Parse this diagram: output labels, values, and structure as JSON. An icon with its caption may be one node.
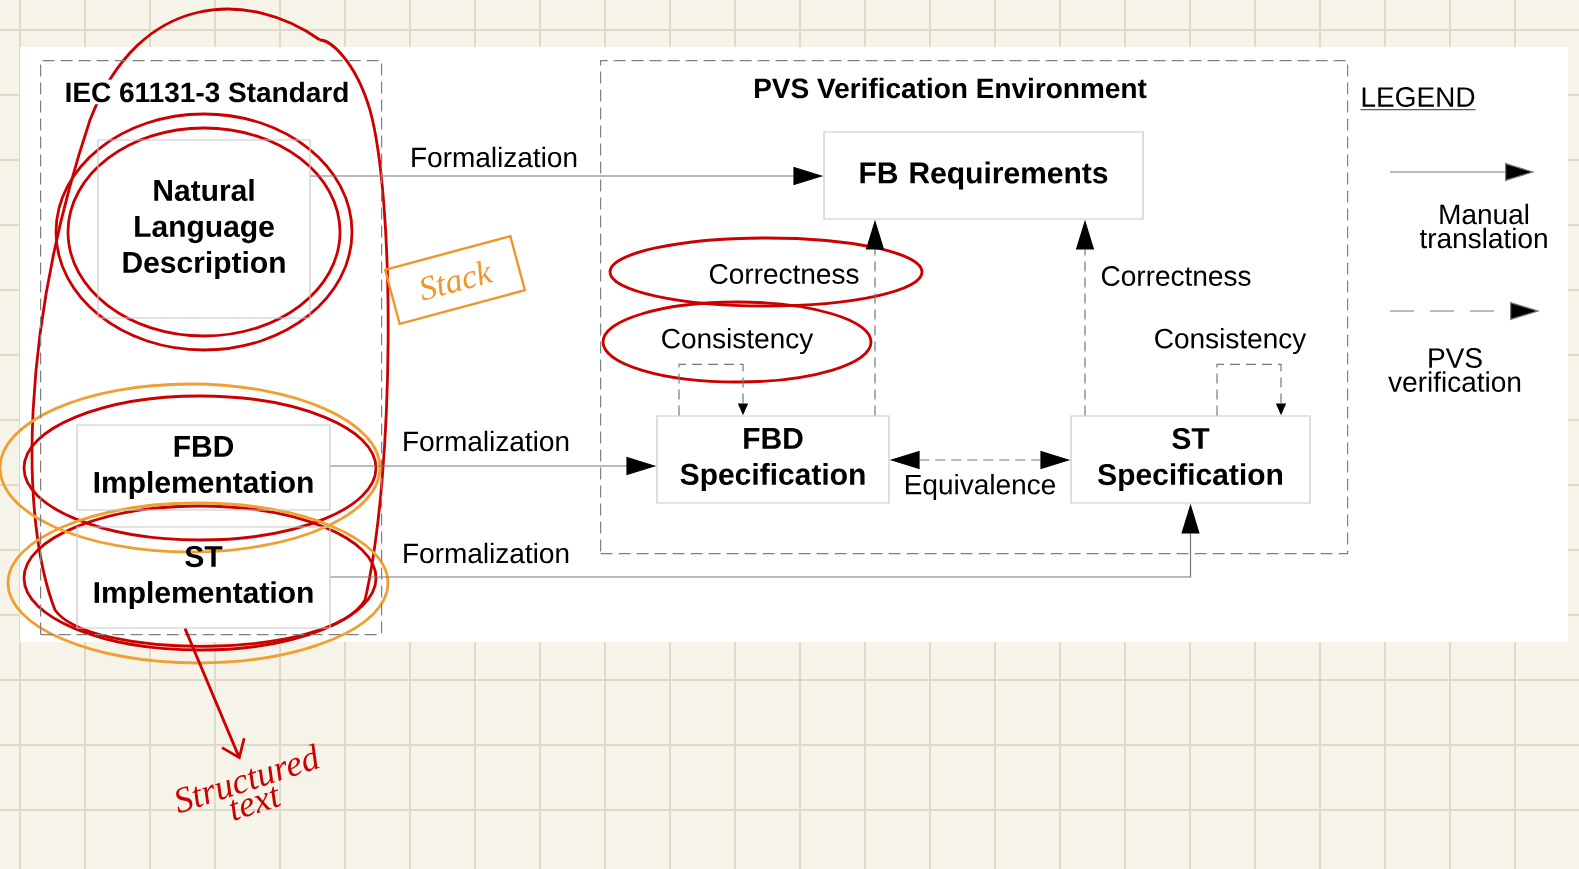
{
  "diagram": {
    "nodes": [
      {
        "text": [
          "IEC 61131-3 Standard"
        ]
      },
      {
        "text": [
          "Natural Language Description"
        ],
        "in": 0
      },
      {
        "text": [
          "FBD Implementation"
        ],
        "in": 0
      },
      {
        "text": [
          "ST Implementation"
        ],
        "in": 0
      },
      {
        "text": [
          "PVS Verification Environment"
        ]
      },
      {
        "text": [
          "FB Requirements"
        ],
        "in": 4
      },
      {
        "text": [
          "FBD Specification"
        ],
        "in": 4
      },
      {
        "text": [
          "ST Specification"
        ],
        "in": 4
      },
      {
        "text": [
          "Stack"
        ]
      },
      {
        "text": [
          "Structured text"
        ]
      }
    ],
    "edges": [
      {
        "from": 1,
        "to": 5,
        "arrow": "to",
        "label": "Formalization"
      },
      {
        "from": 2,
        "to": 6,
        "arrow": "to",
        "label": "Formalization"
      },
      {
        "from": 3,
        "to": 7,
        "arrow": "to",
        "label": "Formalization"
      },
      {
        "from": 6,
        "to": 5,
        "arrow": "to",
        "style": "dashed",
        "label": "Correctness"
      },
      {
        "from": 7,
        "to": 5,
        "arrow": "to",
        "style": "dashed",
        "label": "Correctness"
      },
      {
        "from": 6,
        "to": 6,
        "arrow": "to",
        "style": "dashed",
        "label": "Consistency"
      },
      {
        "from": 7,
        "to": 7,
        "arrow": "to",
        "style": "dashed",
        "label": "Consistency"
      },
      {
        "from": 6,
        "to": 7,
        "arrow": "both",
        "style": "dashed",
        "label": "Equivalence"
      },
      {
        "from": 3,
        "to": 9,
        "arrow": "to",
        "color": "#cc0000"
      }
    ],
    "labels": [
      "LEGEND"
    ],
    "legend": [
      {
        "text": "Manual translation"
      },
      {
        "text": "PVS verification"
      }
    ]
  }
}
